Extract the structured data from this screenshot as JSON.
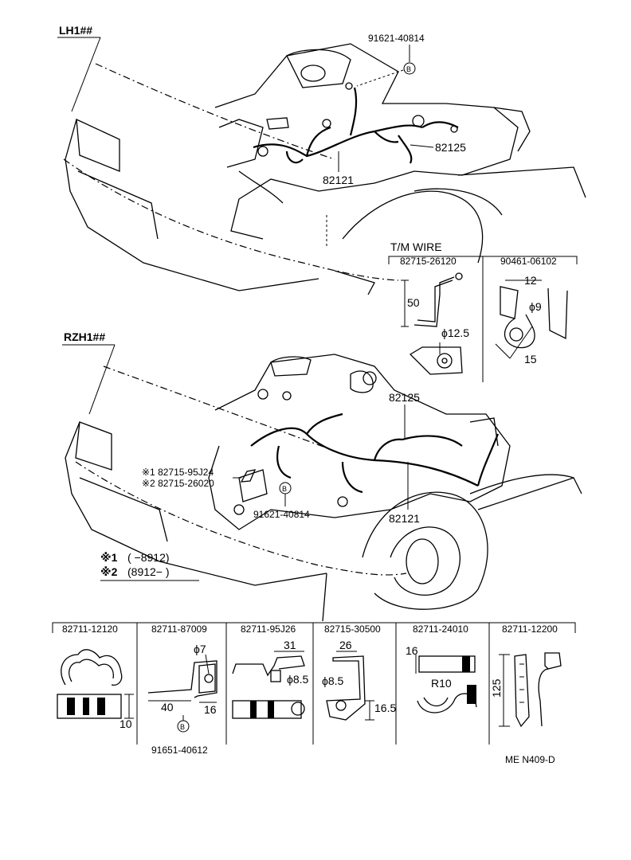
{
  "sections": {
    "top_model": "LH1##",
    "bottom_model": "RZH1##",
    "tm_wire": "T/M WIRE"
  },
  "top_labels": {
    "p91621_top": "91621-40814",
    "p82121_top": "82121",
    "p82125_top": "82125"
  },
  "tm_parts": {
    "p82715_26120": "82715-26120",
    "p90461_06102": "90461-06102",
    "dim_50": "50",
    "dim_phi12_5": "ϕ12.5",
    "dim_12": "12",
    "dim_phi9": "ϕ9",
    "dim_15": "15"
  },
  "bottom_labels": {
    "p82125_bot": "82125",
    "p82121_bot": "82121",
    "p91621_bot": "91621-40814",
    "note1_part": "※1 82715-95J24",
    "note2_part": "※2 82715-26020"
  },
  "legend": {
    "n1_mark": "※1",
    "n1_range": "(      −8912)",
    "n2_mark": "※2",
    "n2_range": "(8912−        )"
  },
  "parts_row": {
    "c1": "82711-12120",
    "c2": "82711-87009",
    "c3": "82711-95J26",
    "c4": "82715-30500",
    "c5": "82711-24010",
    "c6": "82711-12200",
    "c1_dim": "10",
    "c2_phi7": "ϕ7",
    "c2_40": "40",
    "c2_16": "16",
    "c2_bolt": "91651-40612",
    "c3_31": "31",
    "c3_phi8_5": "ϕ8.5",
    "c4_26": "26",
    "c4_phi8_5": "ϕ8.5",
    "c4_16_5": "16.5",
    "c5_16": "16",
    "c5_r10": "R10",
    "c6_125": "125"
  },
  "bolt_symbol": "B",
  "figure_code": "ME N409-D"
}
